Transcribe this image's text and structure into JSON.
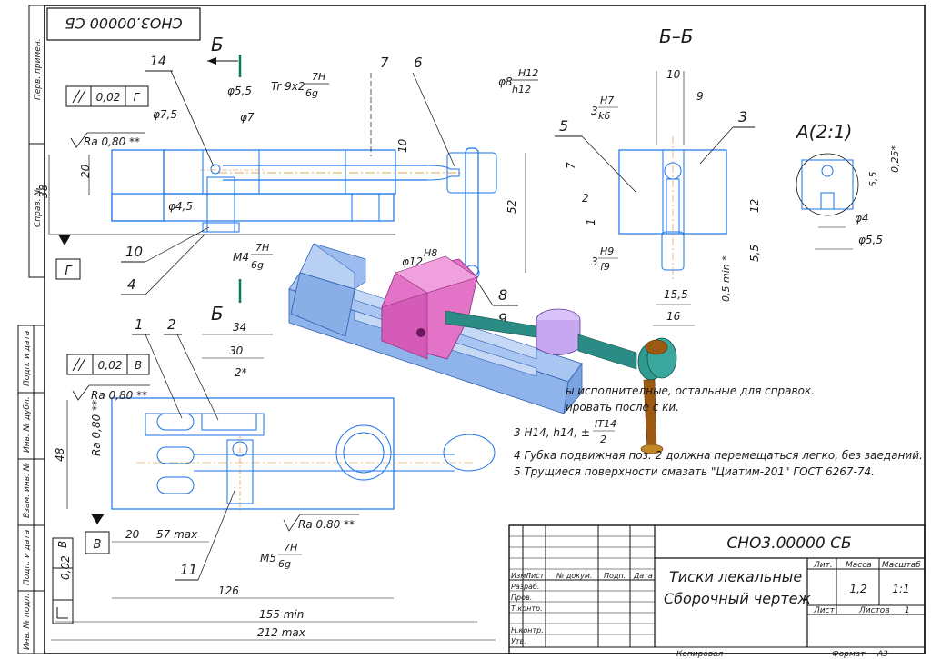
{
  "stamp_code_rotated": "СНО3.00000 СБ",
  "left_strip": {
    "perv_primen": "Перв. примен.",
    "sprav_no": "Справ. №",
    "podp_data_1": "Подп. и дата",
    "inv_dubl": "Инв. № дубл.",
    "vzam_inv": "Взам. инв. №",
    "podp_data_2": "Подп. и дата",
    "inv_podl": "Инв. № подл."
  },
  "view_labels": {
    "section_b_top": "Б",
    "section_b_bottom": "Б",
    "section_bb": "Б–Б",
    "detail_a": "А(2:1)",
    "base_g": "Г",
    "base_v": "В"
  },
  "tolerances": {
    "flatness_top_value": "0,02",
    "flatness_top_base": "Г",
    "flatness_mid_value": "0,02",
    "flatness_mid_base": "В",
    "perp_left_value": "0,02",
    "perp_left_base": "В"
  },
  "roughness": {
    "r1": "Ra 0,80 **",
    "r2": "Ra 0,80 **",
    "r3": "Ra 0,80 **",
    "r4": "Ra 0.80 **"
  },
  "dimensions": {
    "d_5_5": "φ5,5",
    "d_7_5": "φ7,5",
    "d_7": "φ7",
    "d_4_5": "φ4,5",
    "thread_tr": "Tr 9x2",
    "thread_tr_num": "7H",
    "thread_tr_den": "6g",
    "d8": "φ8",
    "d8_num": "H12",
    "d8_den": "h12",
    "dim_38": "38",
    "dim_20": "20",
    "dim_10a": "10",
    "dim_52": "52",
    "d12": "φ12",
    "d12_num": "H8",
    "m4": "M4",
    "m4_num": "7H",
    "m4_den": "6g",
    "dim_10b": "10",
    "dim_9": "9",
    "d3_a": "3",
    "d3_a_num": "H7",
    "d3_a_den": "k6",
    "dim_7": "7",
    "dim_2": "2",
    "dim_1": "1",
    "d3_b": "3",
    "d3_b_num": "H9",
    "d3_b_den": "f9",
    "dim_12": "12",
    "dim_5_5": "5,5",
    "dim_0_5": "0,5 min *",
    "dim_15_5": "15,5",
    "dim_16": "16",
    "a_5_5": "5,5",
    "a_0_25": "0,25*",
    "a_d4": "φ4",
    "a_d5_5": "φ5,5",
    "dim_34": "34",
    "dim_30": "30",
    "dim_2s": "2*",
    "dim_48": "48",
    "dim_20b": "20",
    "dim_57": "57 max",
    "m5": "M5",
    "m5_num": "7H",
    "m5_den": "6g",
    "dim_126": "126",
    "dim_155": "155 min",
    "dim_212": "212 max"
  },
  "balloons": [
    "14",
    "7",
    "6",
    "5",
    "3",
    "10",
    "4",
    "8",
    "9",
    "1",
    "2",
    "11"
  ],
  "notes": {
    "n1_fragment": "ы исполнителные, остальные для справок.",
    "n2_fragment": "ировать после с    ки.",
    "n3": "3  H14, h14, ±",
    "n3_num": "IT14",
    "n3_den": "2",
    "n4": "4  Губка подвижная поз. 2 должна перемещаться легко, без заеданий.",
    "n5": "5  Трущиеся поверхности смазать \"Циатим-201\" ГОСТ 6267-74."
  },
  "title_block": {
    "code": "СНО3.00000 СБ",
    "name_line1": "Тиски лекальные",
    "name_line2": "Сборочный чертеж",
    "col_izm": "Изм.",
    "col_list": "Лист",
    "col_ndoc": "№ докум.",
    "col_podp": "Подп.",
    "col_data": "Дата",
    "row_razrab": "Разраб.",
    "row_prov": "Пров.",
    "row_tkontr": "Т.контр.",
    "row_nkontr": "Н.контр.",
    "row_utv": "Утв.",
    "lit": "Лит.",
    "massa": "Масса",
    "masshtab": "Масштаб",
    "massa_val": "1,2",
    "masshtab_val": "1:1",
    "list": "Лист",
    "listov": "Листов",
    "listov_val": "1",
    "kopiroval": "Копировал",
    "format": "Формат",
    "format_val": "А3"
  },
  "colors": {
    "line_blue": "#1a73e8",
    "body_blue": "#8fb4ec",
    "jaw_pink": "#e273c6",
    "handle_teal": "#2a8c84",
    "knob_purple": "#c6a6ee",
    "screw_brown": "#9a5a14"
  }
}
